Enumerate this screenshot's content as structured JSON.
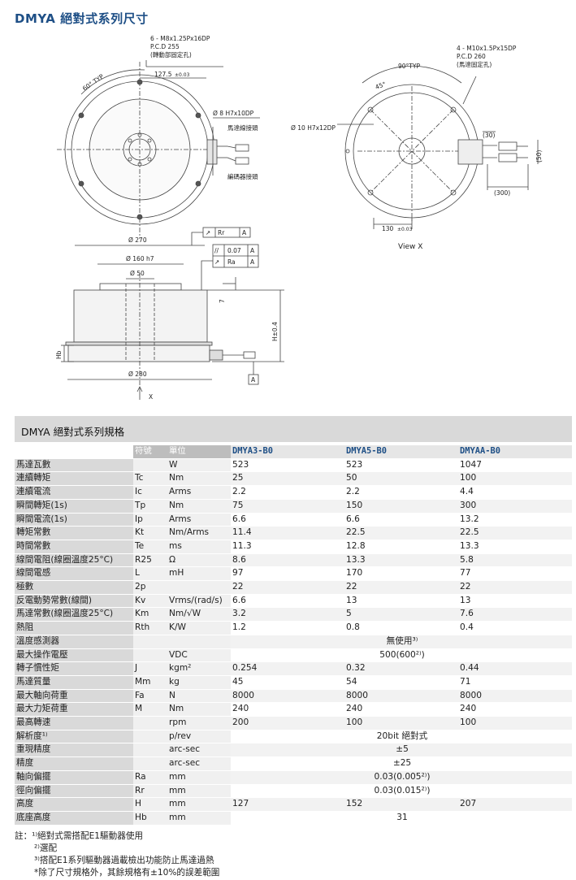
{
  "title": "DMYA 絕對式系列尺寸",
  "drawing": {
    "holes_left": [
      "6 - M8x1.25Px16DP",
      "P.C.D 255",
      "(轉動部固定孔)"
    ],
    "dim_127": "127.5",
    "dim_tol": "±0.03",
    "angle_60": "60° TYP",
    "bore_8": "Ø 8 H7x10DP",
    "motor_conn": "馬達線接頭",
    "encoder_conn": "編碼器接頭",
    "d270": "Ø 270",
    "d160": "Ø 160 h7",
    "d50": "Ø 50",
    "d280": "Ø 280",
    "rr": "Rr",
    "a": "A",
    "runout": "0.07",
    "ra": "Ra",
    "seven": "7",
    "hb": "Hb",
    "h": "H±0.4",
    "x_label": "X",
    "holes_right": [
      "4 - M10x1.5Px15DP",
      "P.C.D 260",
      "(馬達固定孔)"
    ],
    "angle_90": "90°TYP",
    "angle_45": "45°",
    "bore_10": "Ø 10 H7x12DP",
    "d30": "(30)",
    "d50b": "(50)",
    "d300": "(300)",
    "dim_130": "130",
    "view_x": "View X"
  },
  "spec": {
    "heading": "DMYA 絕對式系列規格",
    "headers": {
      "symbol": "符號",
      "unit": "單位"
    },
    "models": [
      "DMYA3-B0",
      "DMYA5-B0",
      "DMYAA-B0"
    ],
    "rows": [
      {
        "name": "馬達瓦數",
        "sym": "",
        "unit": "W",
        "v": [
          "523",
          "523",
          "1047"
        ]
      },
      {
        "name": "連續轉矩",
        "sym": "Tc",
        "unit": "Nm",
        "v": [
          "25",
          "50",
          "100"
        ]
      },
      {
        "name": "連續電流",
        "sym": "Ic",
        "unit": "Arms",
        "v": [
          "2.2",
          "2.2",
          "4.4"
        ]
      },
      {
        "name": "瞬間轉矩(1s)",
        "sym": "Tp",
        "unit": "Nm",
        "v": [
          "75",
          "150",
          "300"
        ]
      },
      {
        "name": "瞬間電流(1s)",
        "sym": "Ip",
        "unit": "Arms",
        "v": [
          "6.6",
          "6.6",
          "13.2"
        ]
      },
      {
        "name": "轉矩常數",
        "sym": "Kt",
        "unit": "Nm/Arms",
        "v": [
          "11.4",
          "22.5",
          "22.5"
        ]
      },
      {
        "name": "時間常數",
        "sym": "Te",
        "unit": "ms",
        "v": [
          "11.3",
          "12.8",
          "13.3"
        ]
      },
      {
        "name": "線間電阻(線圈溫度25°C)",
        "sym": "R25",
        "unit": "Ω",
        "v": [
          "8.6",
          "13.3",
          "5.8"
        ]
      },
      {
        "name": "線間電感",
        "sym": "L",
        "unit": "mH",
        "v": [
          "97",
          "170",
          "77"
        ]
      },
      {
        "name": "極數",
        "sym": "2p",
        "unit": "",
        "v": [
          "22",
          "22",
          "22"
        ]
      },
      {
        "name": "反電動勢常數(線間)",
        "sym": "Kv",
        "unit": "Vrms/(rad/s)",
        "v": [
          "6.6",
          "13",
          "13"
        ]
      },
      {
        "name": "馬達常數(線圈溫度25°C)",
        "sym": "Km",
        "unit": "Nm/√W",
        "v": [
          "3.2",
          "5",
          "7.6"
        ]
      },
      {
        "name": "熱阻",
        "sym": "Rth",
        "unit": "K/W",
        "v": [
          "1.2",
          "0.8",
          "0.4"
        ]
      },
      {
        "name": "溫度感測器",
        "sym": "",
        "unit": "",
        "merged": "無使用³⁾"
      },
      {
        "name": "最大操作電壓",
        "sym": "",
        "unit": "VDC",
        "merged": "500(600²⁾)"
      },
      {
        "name": "轉子慣性矩",
        "sym": "J",
        "unit": "kgm²",
        "v": [
          "0.254",
          "0.32",
          "0.44"
        ]
      },
      {
        "name": "馬達質量",
        "sym": "Mm",
        "unit": "kg",
        "v": [
          "45",
          "54",
          "71"
        ]
      },
      {
        "name": "最大軸向荷重",
        "sym": "Fa",
        "unit": "N",
        "v": [
          "8000",
          "8000",
          "8000"
        ]
      },
      {
        "name": "最大力矩荷重",
        "sym": "M",
        "unit": "Nm",
        "v": [
          "240",
          "240",
          "240"
        ]
      },
      {
        "name": "最高轉速",
        "sym": "",
        "unit": "rpm",
        "v": [
          "200",
          "100",
          "100"
        ]
      },
      {
        "name": "解析度¹⁾",
        "sym": "",
        "unit": "p/rev",
        "merged": "20bit 絕對式"
      },
      {
        "name": "重現精度",
        "sym": "",
        "unit": "arc-sec",
        "merged": "±5"
      },
      {
        "name": "精度",
        "sym": "",
        "unit": "arc-sec",
        "merged": "±25"
      },
      {
        "name": "軸向偏擺",
        "sym": "Ra",
        "unit": "mm",
        "merged": "0.03(0.005²⁾)"
      },
      {
        "name": "徑向偏擺",
        "sym": "Rr",
        "unit": "mm",
        "merged": "0.03(0.015²⁾)"
      },
      {
        "name": "高度",
        "sym": "H",
        "unit": "mm",
        "v": [
          "127",
          "152",
          "207"
        ]
      },
      {
        "name": "底座高度",
        "sym": "Hb",
        "unit": "mm",
        "merged": "31"
      }
    ],
    "notes": [
      "註：¹⁾絕對式需搭配E1驅動器使用",
      "²⁾選配",
      "³⁾搭配E1系列驅動器過載檢出功能防止馬達過熱",
      "*除了尺寸規格外，其餘規格有±10%的誤差範圍"
    ]
  }
}
